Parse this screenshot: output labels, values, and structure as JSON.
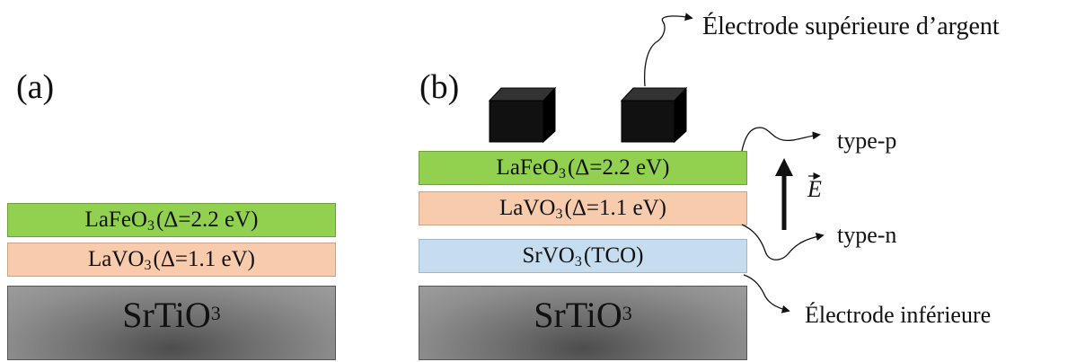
{
  "panel_a": {
    "label": "(a)",
    "top_layer": {
      "formula": "LaFeO",
      "sub": "3",
      "gap": " (Δ=2.2 eV)"
    },
    "mid_layer": {
      "formula": "LaVO",
      "sub": "3",
      "gap": " (Δ=1.1 eV)"
    },
    "substrate": {
      "formula": "SrTiO",
      "sub": "3"
    }
  },
  "panel_b": {
    "label": "(b)",
    "top_layer": {
      "formula": "LaFeO",
      "sub": "3",
      "gap": " (Δ=2.2 eV)"
    },
    "mid_layer": {
      "formula": "LaVO",
      "sub": "3",
      "gap": " (Δ=1.1 eV)"
    },
    "tco_layer": {
      "formula": "SrVO",
      "sub": "3",
      "gap": " (TCO)"
    },
    "substrate": {
      "formula": "SrTiO",
      "sub": "3"
    },
    "annotations": {
      "top_electrode": "Électrode supérieure d’argent",
      "p_type": "type-p",
      "n_type": "type-n",
      "field_symbol": "E",
      "bottom_electrode": "Électrode inférieure"
    }
  },
  "colors": {
    "green_layer": "#92d050",
    "salmon_layer": "#f8cbad",
    "blue_layer": "#c6dcef",
    "substrate_gray": "#8f8f8f",
    "electrode": "#111111"
  }
}
